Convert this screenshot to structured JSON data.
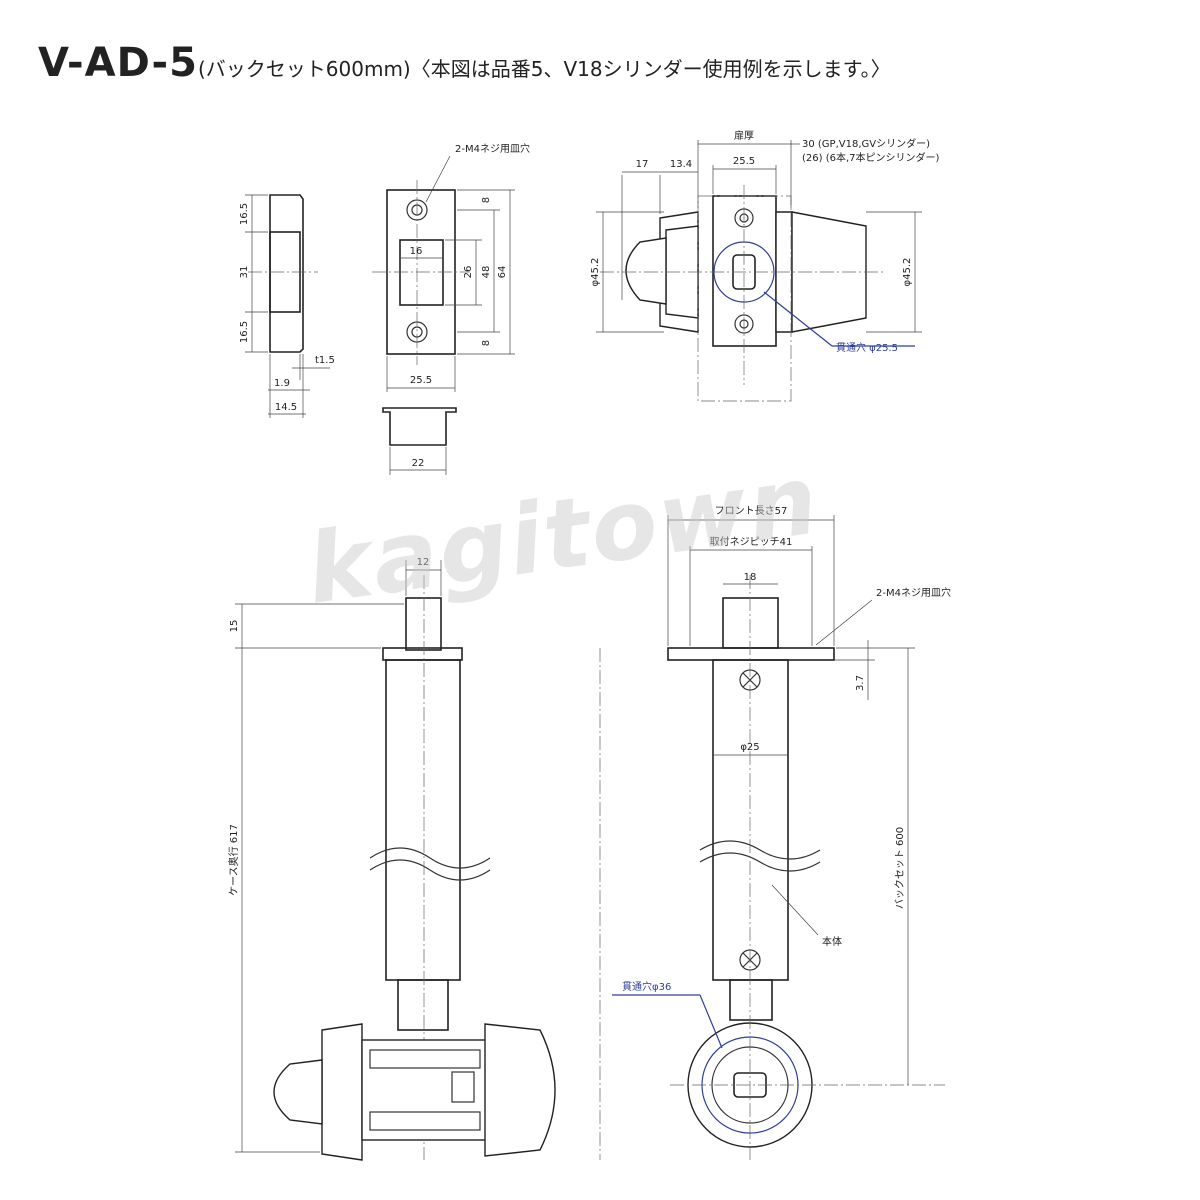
{
  "header": {
    "model": "V-AD-5",
    "subtitle": "(バックセット600mm)〈本図は品番5、V18シリンダー使用例を示します。〉"
  },
  "watermark": "kagitown",
  "colors": {
    "line": "#333333",
    "hole_callout": "#2f3f9a"
  },
  "strike_side": {
    "h1": "16.5",
    "h2": "31",
    "h3": "16.5",
    "t": "t1.5",
    "w1": "1.9",
    "w2": "14.5"
  },
  "strike_front": {
    "screw_note": "2-M4ネジ用皿穴",
    "opening_w": "16",
    "opening_h": "26",
    "h48": "48",
    "h64": "64",
    "top_off": "8",
    "bot_off": "8",
    "width": "25.5",
    "box_w": "22"
  },
  "lock_front": {
    "door_thk": "扉厚",
    "note1": "30 (GP,V18,GVシリンダー)",
    "note2": "(26) (6本,7本ピンシリンダー)",
    "d17": "17",
    "d13_4": "13.4",
    "d25_5": "25.5",
    "knob_d": "φ45.2",
    "cyl_d": "φ45.2",
    "hole_note": "貫通穴 φ25.5"
  },
  "lock_side": {
    "d12": "12",
    "d15": "15",
    "case_depth": "ケース奥行 617"
  },
  "lock_top": {
    "front_len": "フロント長さ57",
    "screw_pitch": "取付ネジピッチ41",
    "d18": "18",
    "screw_note": "2-M4ネジ用皿穴",
    "d3_7": "3.7",
    "body_d": "φ25",
    "backset": "バックセット 600",
    "body": "本体",
    "hole_note": "貫通穴φ36"
  }
}
